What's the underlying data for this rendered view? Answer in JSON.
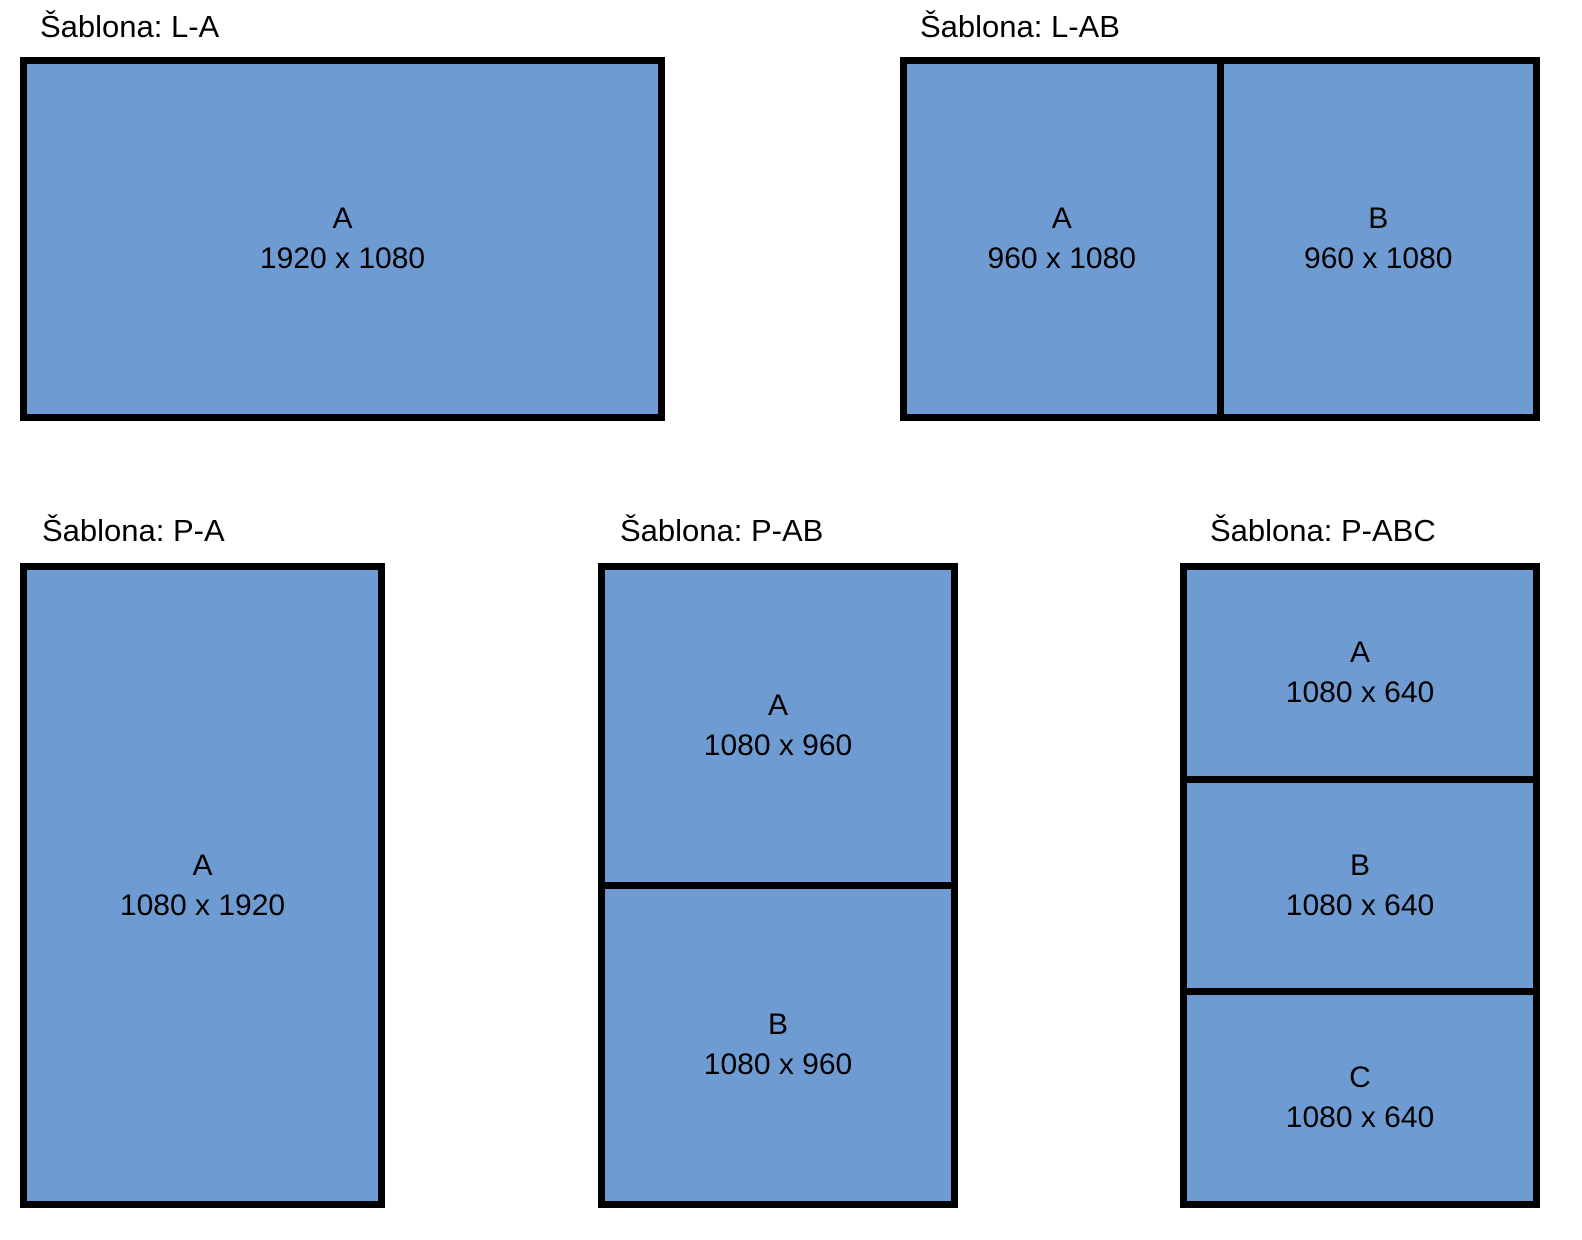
{
  "colors": {
    "background": "#ffffff",
    "region_fill": "#6E9CD2",
    "border": "#000000",
    "text": "#000000"
  },
  "templates": [
    {
      "id": "L-A",
      "title": "Šablona: L-A",
      "orientation": "landscape",
      "regions": [
        {
          "label": "A",
          "size": "1920 x 1080"
        }
      ]
    },
    {
      "id": "L-AB",
      "title": "Šablona: L-AB",
      "orientation": "landscape",
      "regions": [
        {
          "label": "A",
          "size": "960 x 1080"
        },
        {
          "label": "B",
          "size": "960 x 1080"
        }
      ]
    },
    {
      "id": "P-A",
      "title": "Šablona: P-A",
      "orientation": "portrait",
      "regions": [
        {
          "label": "A",
          "size": "1080 x 1920"
        }
      ]
    },
    {
      "id": "P-AB",
      "title": "Šablona: P-AB",
      "orientation": "portrait",
      "regions": [
        {
          "label": "A",
          "size": "1080 x 960"
        },
        {
          "label": "B",
          "size": "1080 x 960"
        }
      ]
    },
    {
      "id": "P-ABC",
      "title": "Šablona: P-ABC",
      "orientation": "portrait",
      "regions": [
        {
          "label": "A",
          "size": "1080 x 640"
        },
        {
          "label": "B",
          "size": "1080 x 640"
        },
        {
          "label": "C",
          "size": "1080 x 640"
        }
      ]
    }
  ]
}
